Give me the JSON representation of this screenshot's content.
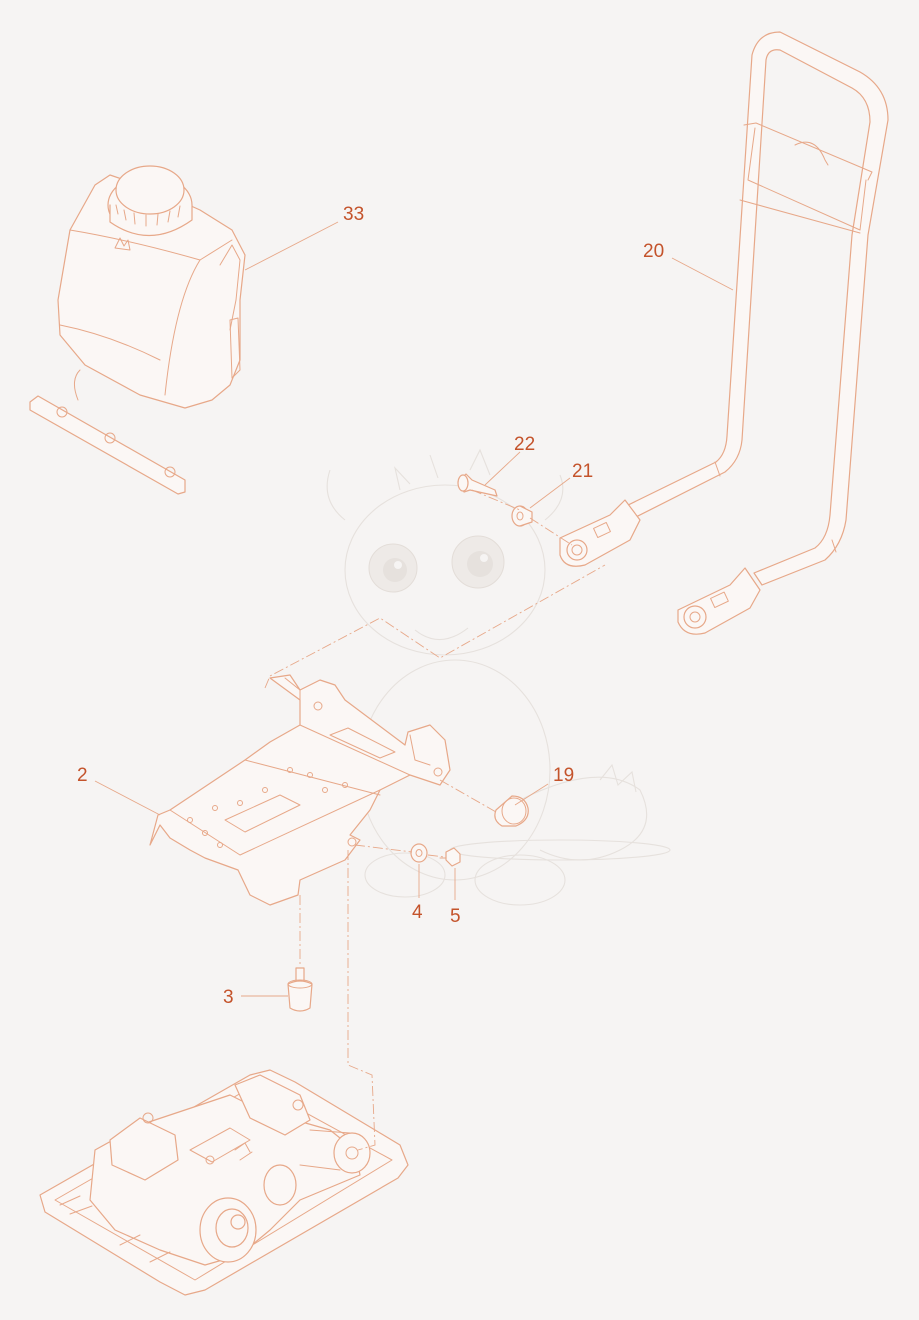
{
  "diagram": {
    "palette": {
      "background": "#f6f4f3",
      "line": "#e7a889",
      "callout_text": "#c4532b",
      "watermark": "#e6e1dd"
    },
    "callouts": [
      {
        "id": "33",
        "label": "33"
      },
      {
        "id": "20",
        "label": "20"
      },
      {
        "id": "22",
        "label": "22"
      },
      {
        "id": "21",
        "label": "21"
      },
      {
        "id": "19",
        "label": "19"
      },
      {
        "id": "2",
        "label": "2"
      },
      {
        "id": "4",
        "label": "4"
      },
      {
        "id": "5",
        "label": "5"
      },
      {
        "id": "3",
        "label": "3"
      }
    ]
  }
}
